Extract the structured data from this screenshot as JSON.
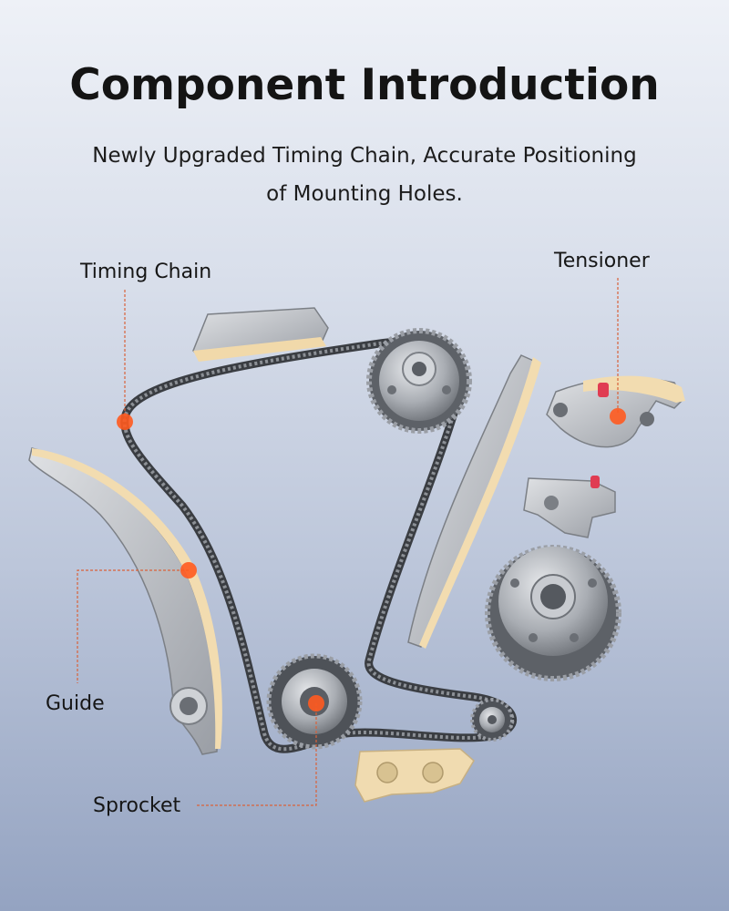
{
  "title": "Component Introduction",
  "subtitle_line1": "Newly Upgraded Timing Chain, Accurate Positioning",
  "subtitle_line2": "of Mounting Holes.",
  "callouts": {
    "timing_chain": "Timing Chain",
    "tensioner": "Tensioner",
    "guide": "Guide",
    "sprocket": "Sprocket"
  },
  "colors": {
    "accent_dot": "#ff5a1f",
    "leader_line": "#d9623a",
    "nylon_guide": "#f2dcb0",
    "metal": "#b9bcc1",
    "chain": "#3c3f44"
  }
}
